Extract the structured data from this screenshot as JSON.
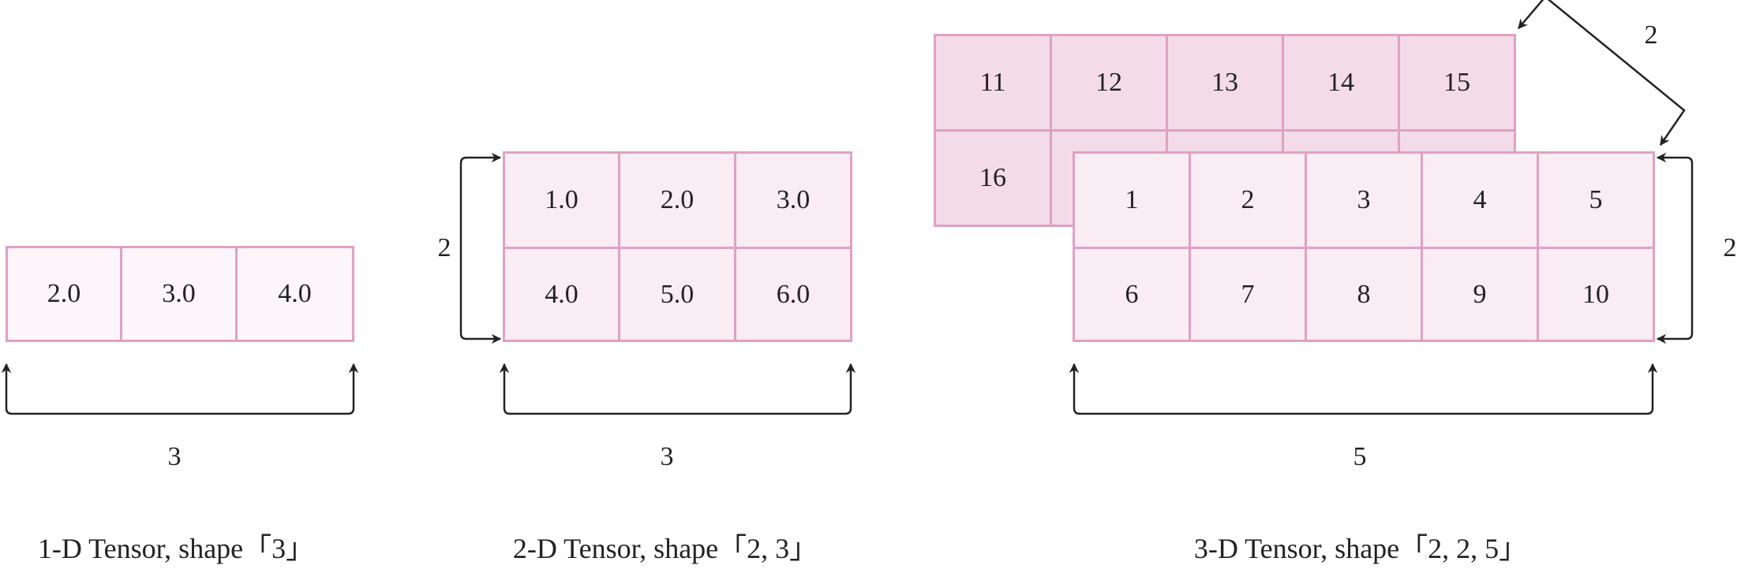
{
  "tensor1d": {
    "values": [
      "2.0",
      "3.0",
      "4.0"
    ],
    "dim_label": "3",
    "caption": "1-D Tensor, shape「3」"
  },
  "tensor2d": {
    "rows": [
      [
        "1.0",
        "2.0",
        "3.0"
      ],
      [
        "4.0",
        "5.0",
        "6.0"
      ]
    ],
    "width_label": "3",
    "height_label": "2",
    "caption": "2-D Tensor, shape「2, 3」"
  },
  "tensor3d": {
    "back_layer": [
      [
        "11",
        "12",
        "13",
        "14",
        "15"
      ],
      [
        "16",
        "",
        "",
        "",
        ""
      ]
    ],
    "front_layer": [
      [
        "1",
        "2",
        "3",
        "4",
        "5"
      ],
      [
        "6",
        "7",
        "8",
        "9",
        "10"
      ]
    ],
    "width_label": "5",
    "height_label": "2",
    "depth_label": "2",
    "caption": "3-D Tensor, shape「2, 2, 5」"
  }
}
